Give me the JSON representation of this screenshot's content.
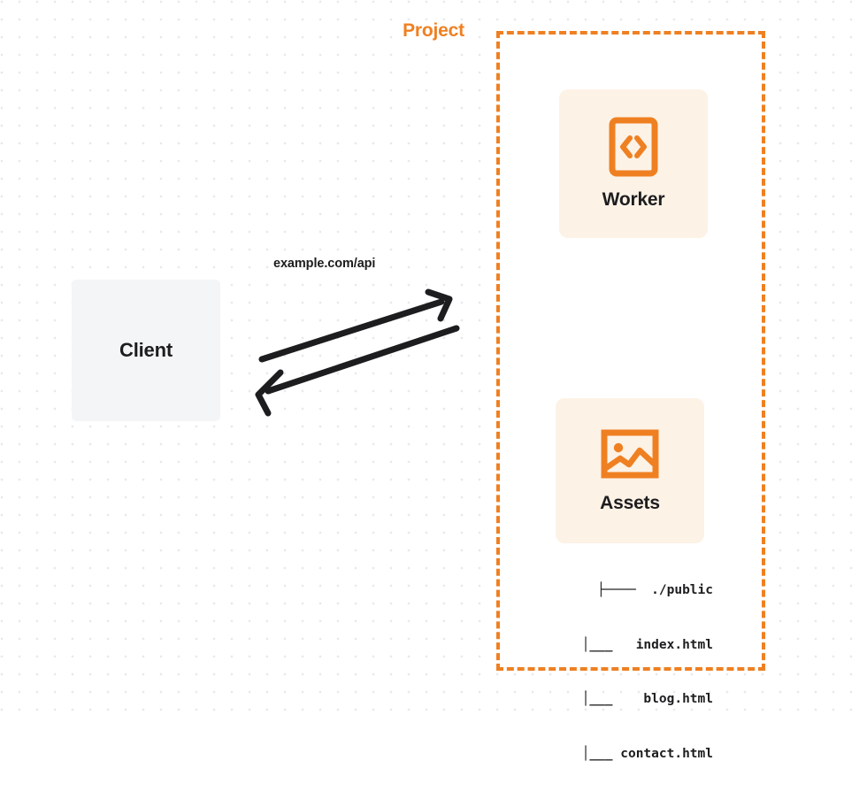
{
  "diagram": {
    "title": "Project",
    "background": {
      "dot_color": "#e9e9ec",
      "page_color": "#ffffff"
    },
    "colors": {
      "accent_orange": "#ef8022",
      "card_cream": "#fdf2e6",
      "client_gray": "#f4f5f7",
      "text_dark": "#1d1d1f"
    }
  },
  "client": {
    "label": "Client",
    "icon": "none"
  },
  "connection": {
    "label": "example.com/api",
    "request_direction": "client-to-project",
    "response_direction": "project-to-client",
    "stroke_color": "#1d1d1f"
  },
  "project": {
    "label": "Project",
    "border_style": "dashed",
    "border_color": "#ef8022",
    "nodes": [
      {
        "id": "worker",
        "label": "Worker",
        "icon": "code-brackets-icon",
        "icon_color": "#ef8022",
        "card_color": "#fdf2e6"
      },
      {
        "id": "assets",
        "label": "Assets",
        "icon": "image-icon",
        "icon_color": "#ef8022",
        "card_color": "#fdf2e6"
      }
    ],
    "file_tree": {
      "rows": [
        "├────  ./public",
        "│___   index.html",
        "│___    blog.html",
        "│___ contact.html"
      ],
      "root": "./public",
      "files": [
        "index.html",
        "blog.html",
        "contact.html"
      ]
    }
  }
}
